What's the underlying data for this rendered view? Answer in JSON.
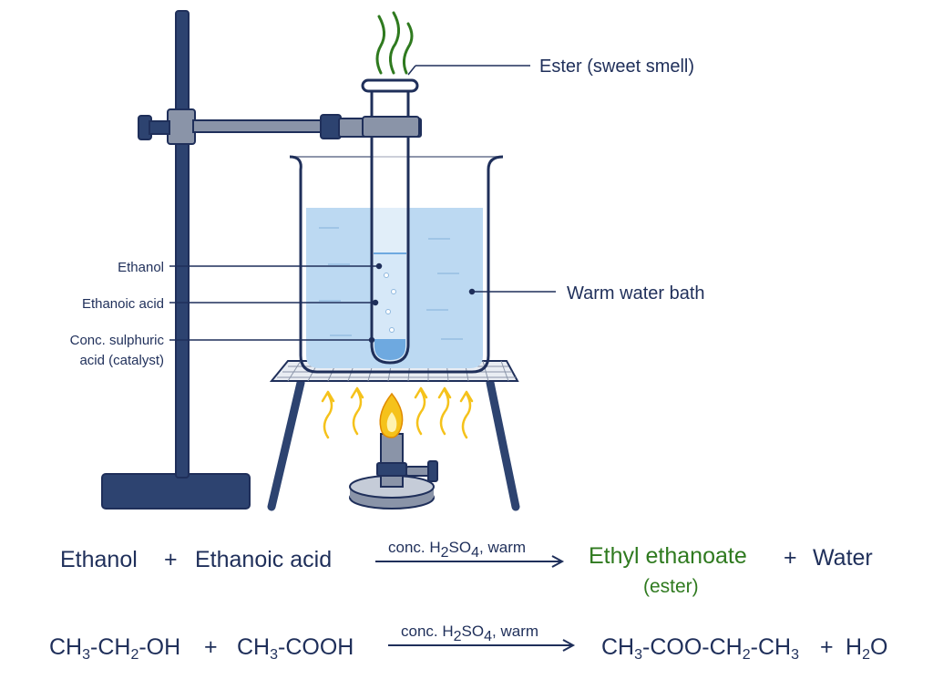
{
  "labels": {
    "ester": "Ester (sweet smell)",
    "bath": "Warm water bath",
    "ethanol": "Ethanol",
    "ethanoic_acid": "Ethanoic acid",
    "catalyst_line1": "Conc. sulphuric",
    "catalyst_line2": "acid (catalyst)"
  },
  "word_equation": {
    "reactant1": "Ethanol",
    "plus1": "+",
    "reactant2": "Ethanoic acid",
    "condition_prefix": "conc. H",
    "condition_sub1": "2",
    "condition_mid": "SO",
    "condition_sub2": "4",
    "condition_suffix": ", warm",
    "product1": "Ethyl ethanoate",
    "product1_note": "(ester)",
    "plus2": "+",
    "product2": "Water"
  },
  "formula_equation": {
    "r1_a": "CH",
    "r1_sub1": "3",
    "r1_b": "-CH",
    "r1_sub2": "2",
    "r1_c": "-OH",
    "plus1": "+",
    "r2_a": "CH",
    "r2_sub1": "3",
    "r2_b": "-COOH",
    "condition_prefix": "conc. H",
    "condition_sub1": "2",
    "condition_mid": "SO",
    "condition_sub2": "4",
    "condition_suffix": ", warm",
    "p1_a": "CH",
    "p1_sub1": "3",
    "p1_b": "-COO-CH",
    "p1_sub2": "2",
    "p1_c": "-CH",
    "p1_sub3": "3",
    "plus2": "+",
    "p2_a": "H",
    "p2_sub": "2",
    "p2_b": "O"
  },
  "colors": {
    "navy": "#1f2f5a",
    "water": "#bcd9f2",
    "ester_green": "#2f7a1f",
    "flame": "#f5c21b",
    "stand": "#2d4370"
  }
}
